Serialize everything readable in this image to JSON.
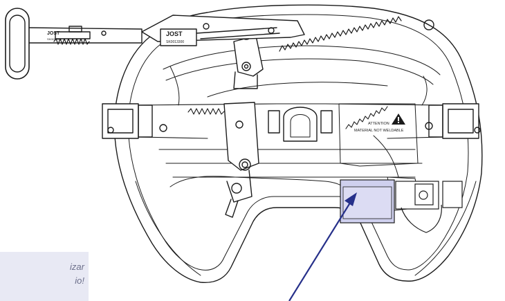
{
  "figure": {
    "brand_handle": "JOST",
    "brand_plate": "JOST",
    "handle_code": "SK0013300",
    "plate_code": "SK0013300",
    "warning_line1": "ATTENTION",
    "warning_line2": "MATERIAL NOT WELDABLE",
    "warning_icon": "warning-triangle-icon",
    "note_line1": "izar",
    "note_line2": "io!",
    "highlight_color": "#cfd0ee",
    "arrow_color": "#26308a",
    "note_bg": "#e8e9f4"
  }
}
